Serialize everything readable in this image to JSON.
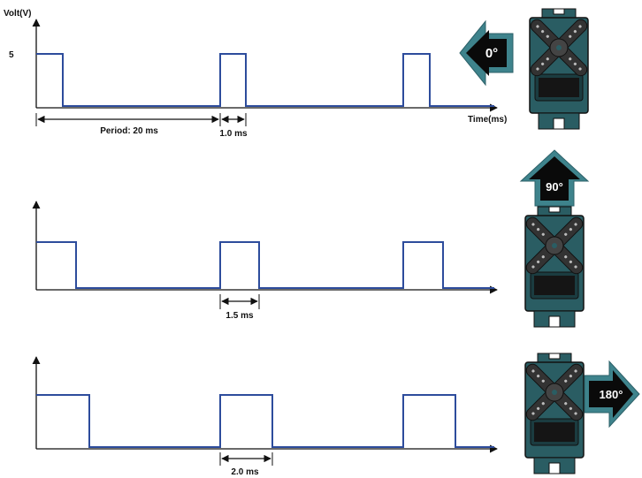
{
  "labels": {
    "y_axis": "Volt(V)",
    "y_tick": "5",
    "x_axis": "Time(ms)",
    "period": "Period: 20 ms",
    "pulse_1": "1.0 ms",
    "pulse_2": "1.5 ms",
    "pulse_3": "2.0 ms"
  },
  "angles": {
    "left": "0°",
    "up": "90°",
    "right": "180°"
  },
  "colors": {
    "signal": "#2d4c9c",
    "axis": "#111111",
    "servo_body": "#2a5d63",
    "servo_dark": "#1b3c40",
    "horn": "#333333",
    "arrow_fill": "#3e838c",
    "arrow_face": "#0a0a0a"
  },
  "panels": [
    {
      "pulse_ms": 1.0,
      "angle": "0°"
    },
    {
      "pulse_ms": 1.5,
      "angle": "90°"
    },
    {
      "pulse_ms": 2.0,
      "angle": "180°"
    }
  ]
}
